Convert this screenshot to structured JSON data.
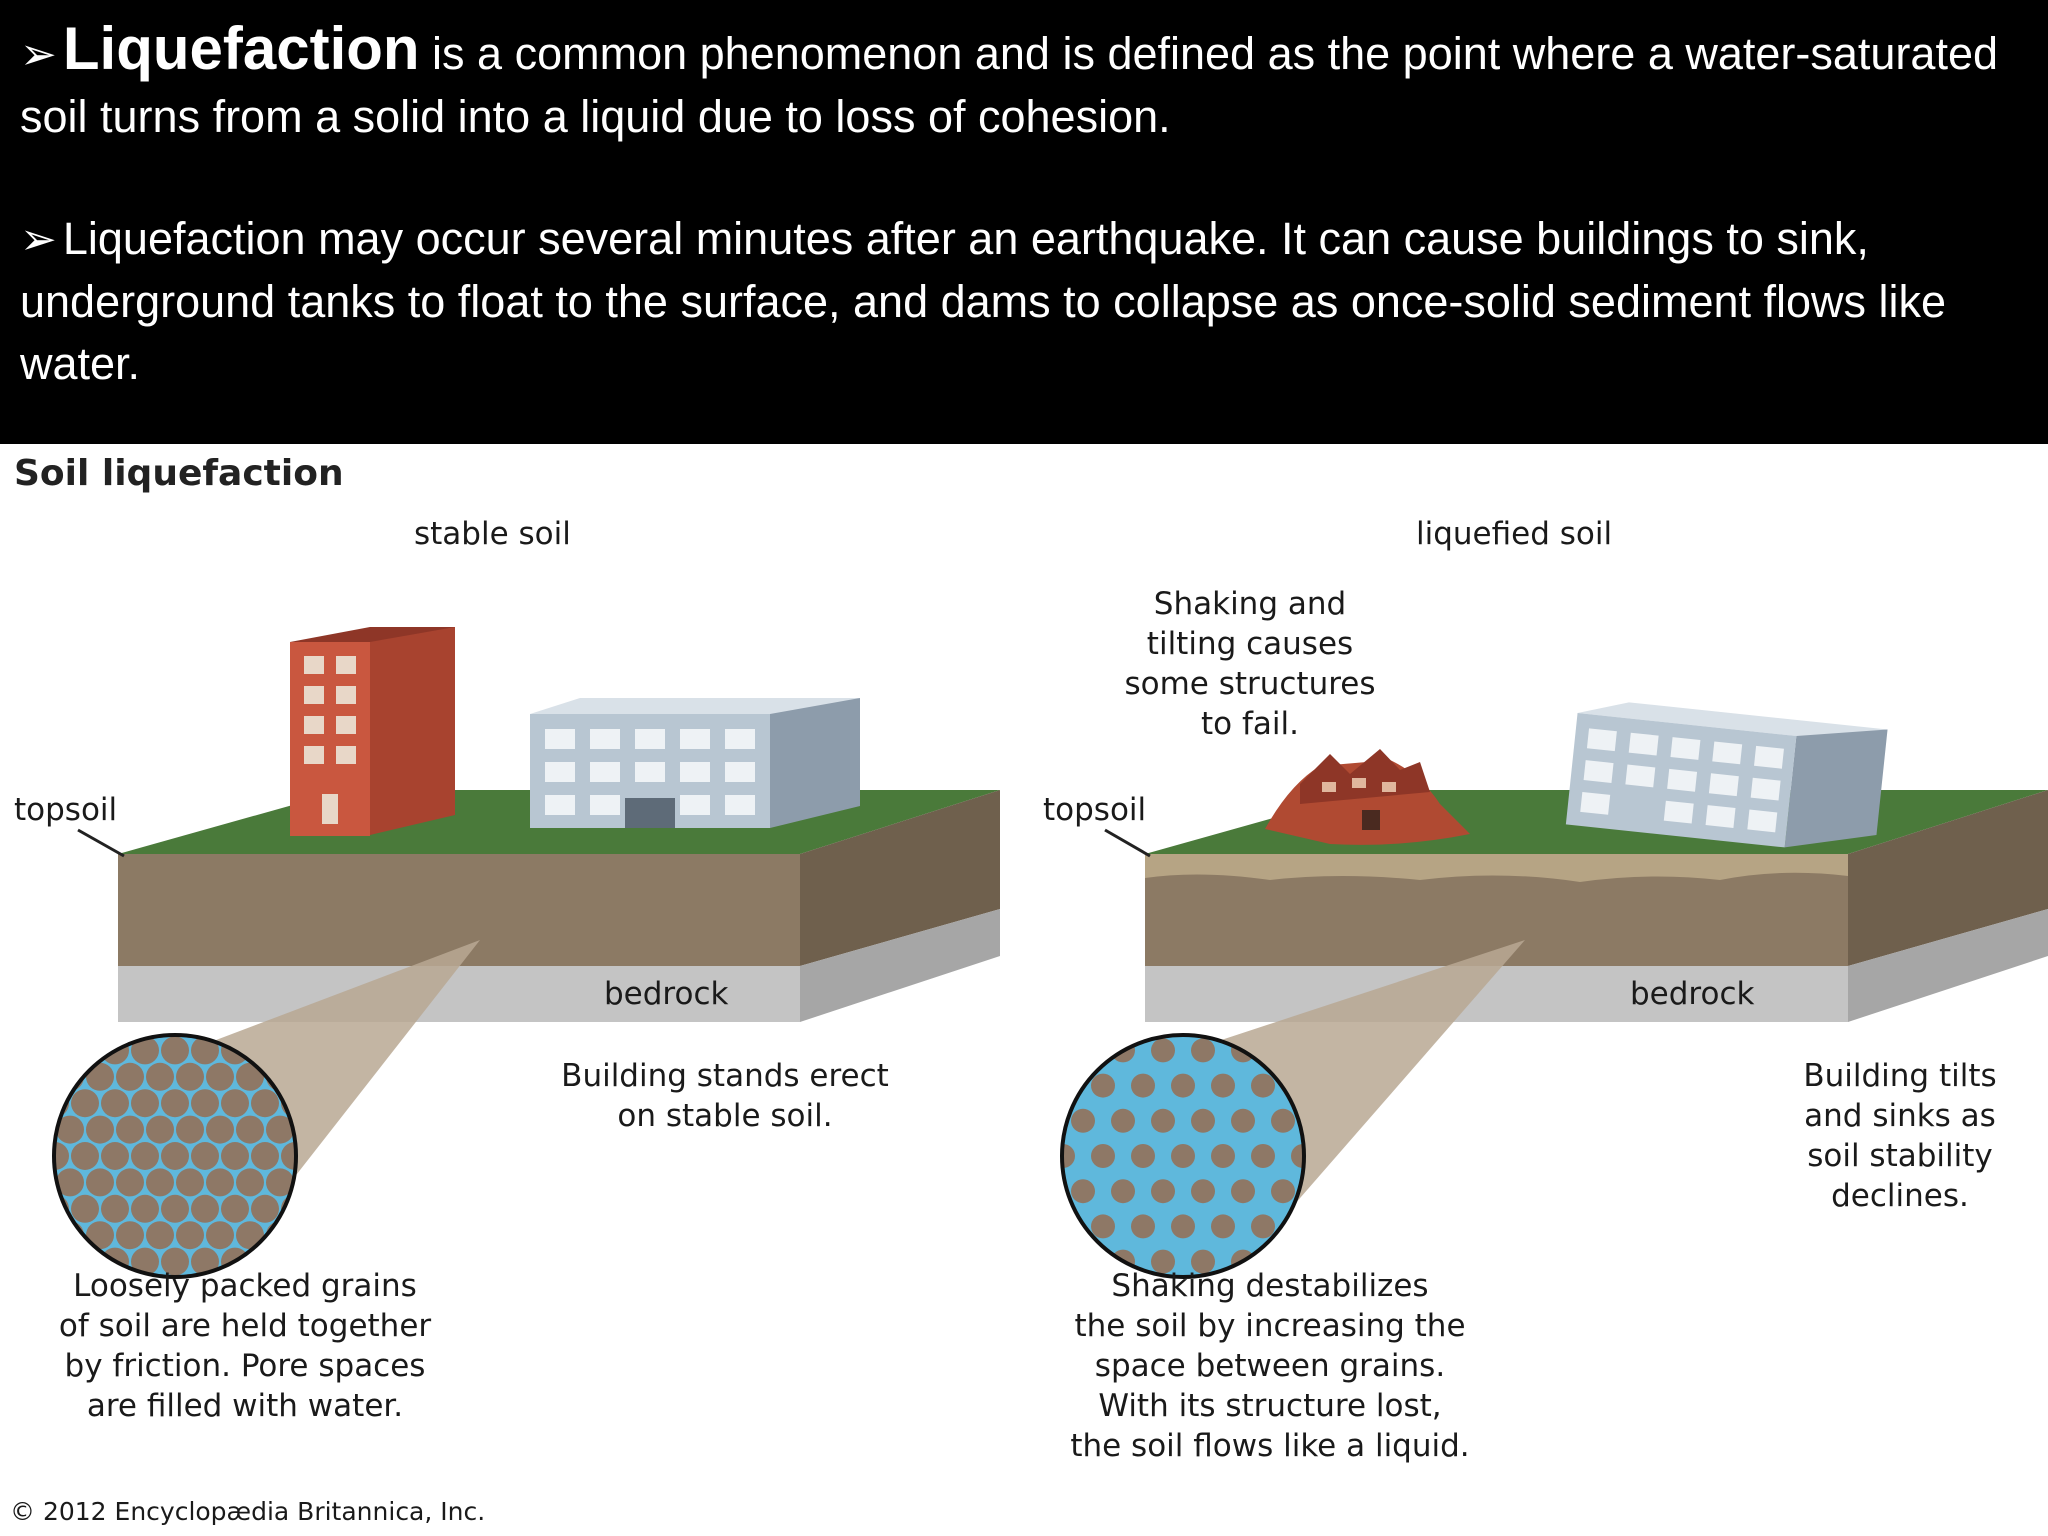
{
  "header": {
    "bullet1": {
      "marker": "➢",
      "term": "Liquefaction",
      "rest": " is a common phenomenon and is defined as the point where a water-saturated soil turns from a solid into a liquid due to loss of cohesion."
    },
    "bullet2": {
      "marker": "➢",
      "text": "Liquefaction may occur several minutes after an earthquake.  It can cause buildings to sink, underground tanks to float to the surface, and dams to collapse as once-solid sediment flows like water."
    }
  },
  "figure": {
    "title": "Soil liquefaction",
    "left": {
      "heading": "stable soil",
      "topsoil_label": "topsoil",
      "bedrock_label": "bedrock",
      "building_caption_line1": "Building stands erect",
      "building_caption_line2": "on stable soil.",
      "grains_line1": "Loosely packed grains",
      "grains_line2": "of soil are held together",
      "grains_line3": "by friction.  Pore spaces",
      "grains_line4": "are filled with water."
    },
    "right": {
      "heading": "liquefied soil",
      "shaking_line1": "Shaking and",
      "shaking_line2": "tilting causes",
      "shaking_line3": "some structures",
      "shaking_line4": "to fail.",
      "topsoil_label": "topsoil",
      "bedrock_label": "bedrock",
      "building_line1": "Building tilts",
      "building_line2": "and sinks as",
      "building_line3": "soil stability",
      "building_line4": "declines.",
      "grains_line1": "Shaking destabilizes",
      "grains_line2": "the soil by increasing the",
      "grains_line3": "space between grains.",
      "grains_line4": "With its structure lost,",
      "grains_line5": "the soil flows like a liquid."
    },
    "credit": "© 2012 Encyclopædia Britannica, Inc."
  },
  "colors": {
    "header_bg": "#000000",
    "grass": "#4a7a3a",
    "soil": "#8c7a64",
    "bedrock": "#c4c4c4",
    "water": "#5fb8dc",
    "grain": "#8e7866",
    "brick": "#c9573f",
    "office": "#b8c6d2"
  }
}
